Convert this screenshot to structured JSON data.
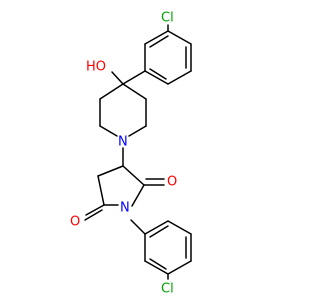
{
  "molecule": {
    "atoms": {
      "cl_top": "Cl",
      "oh": "HO",
      "n_piperidine": "N",
      "o_carbonyl_right": "O",
      "o_carbonyl_left": "O",
      "n_imide": "N",
      "cl_bottom": "Cl"
    }
  },
  "colors": {
    "bond": "#000000",
    "chlorine": "#00a000",
    "oxygen": "#ff0000",
    "nitrogen": "#0000ff",
    "background": "#ffffff"
  }
}
